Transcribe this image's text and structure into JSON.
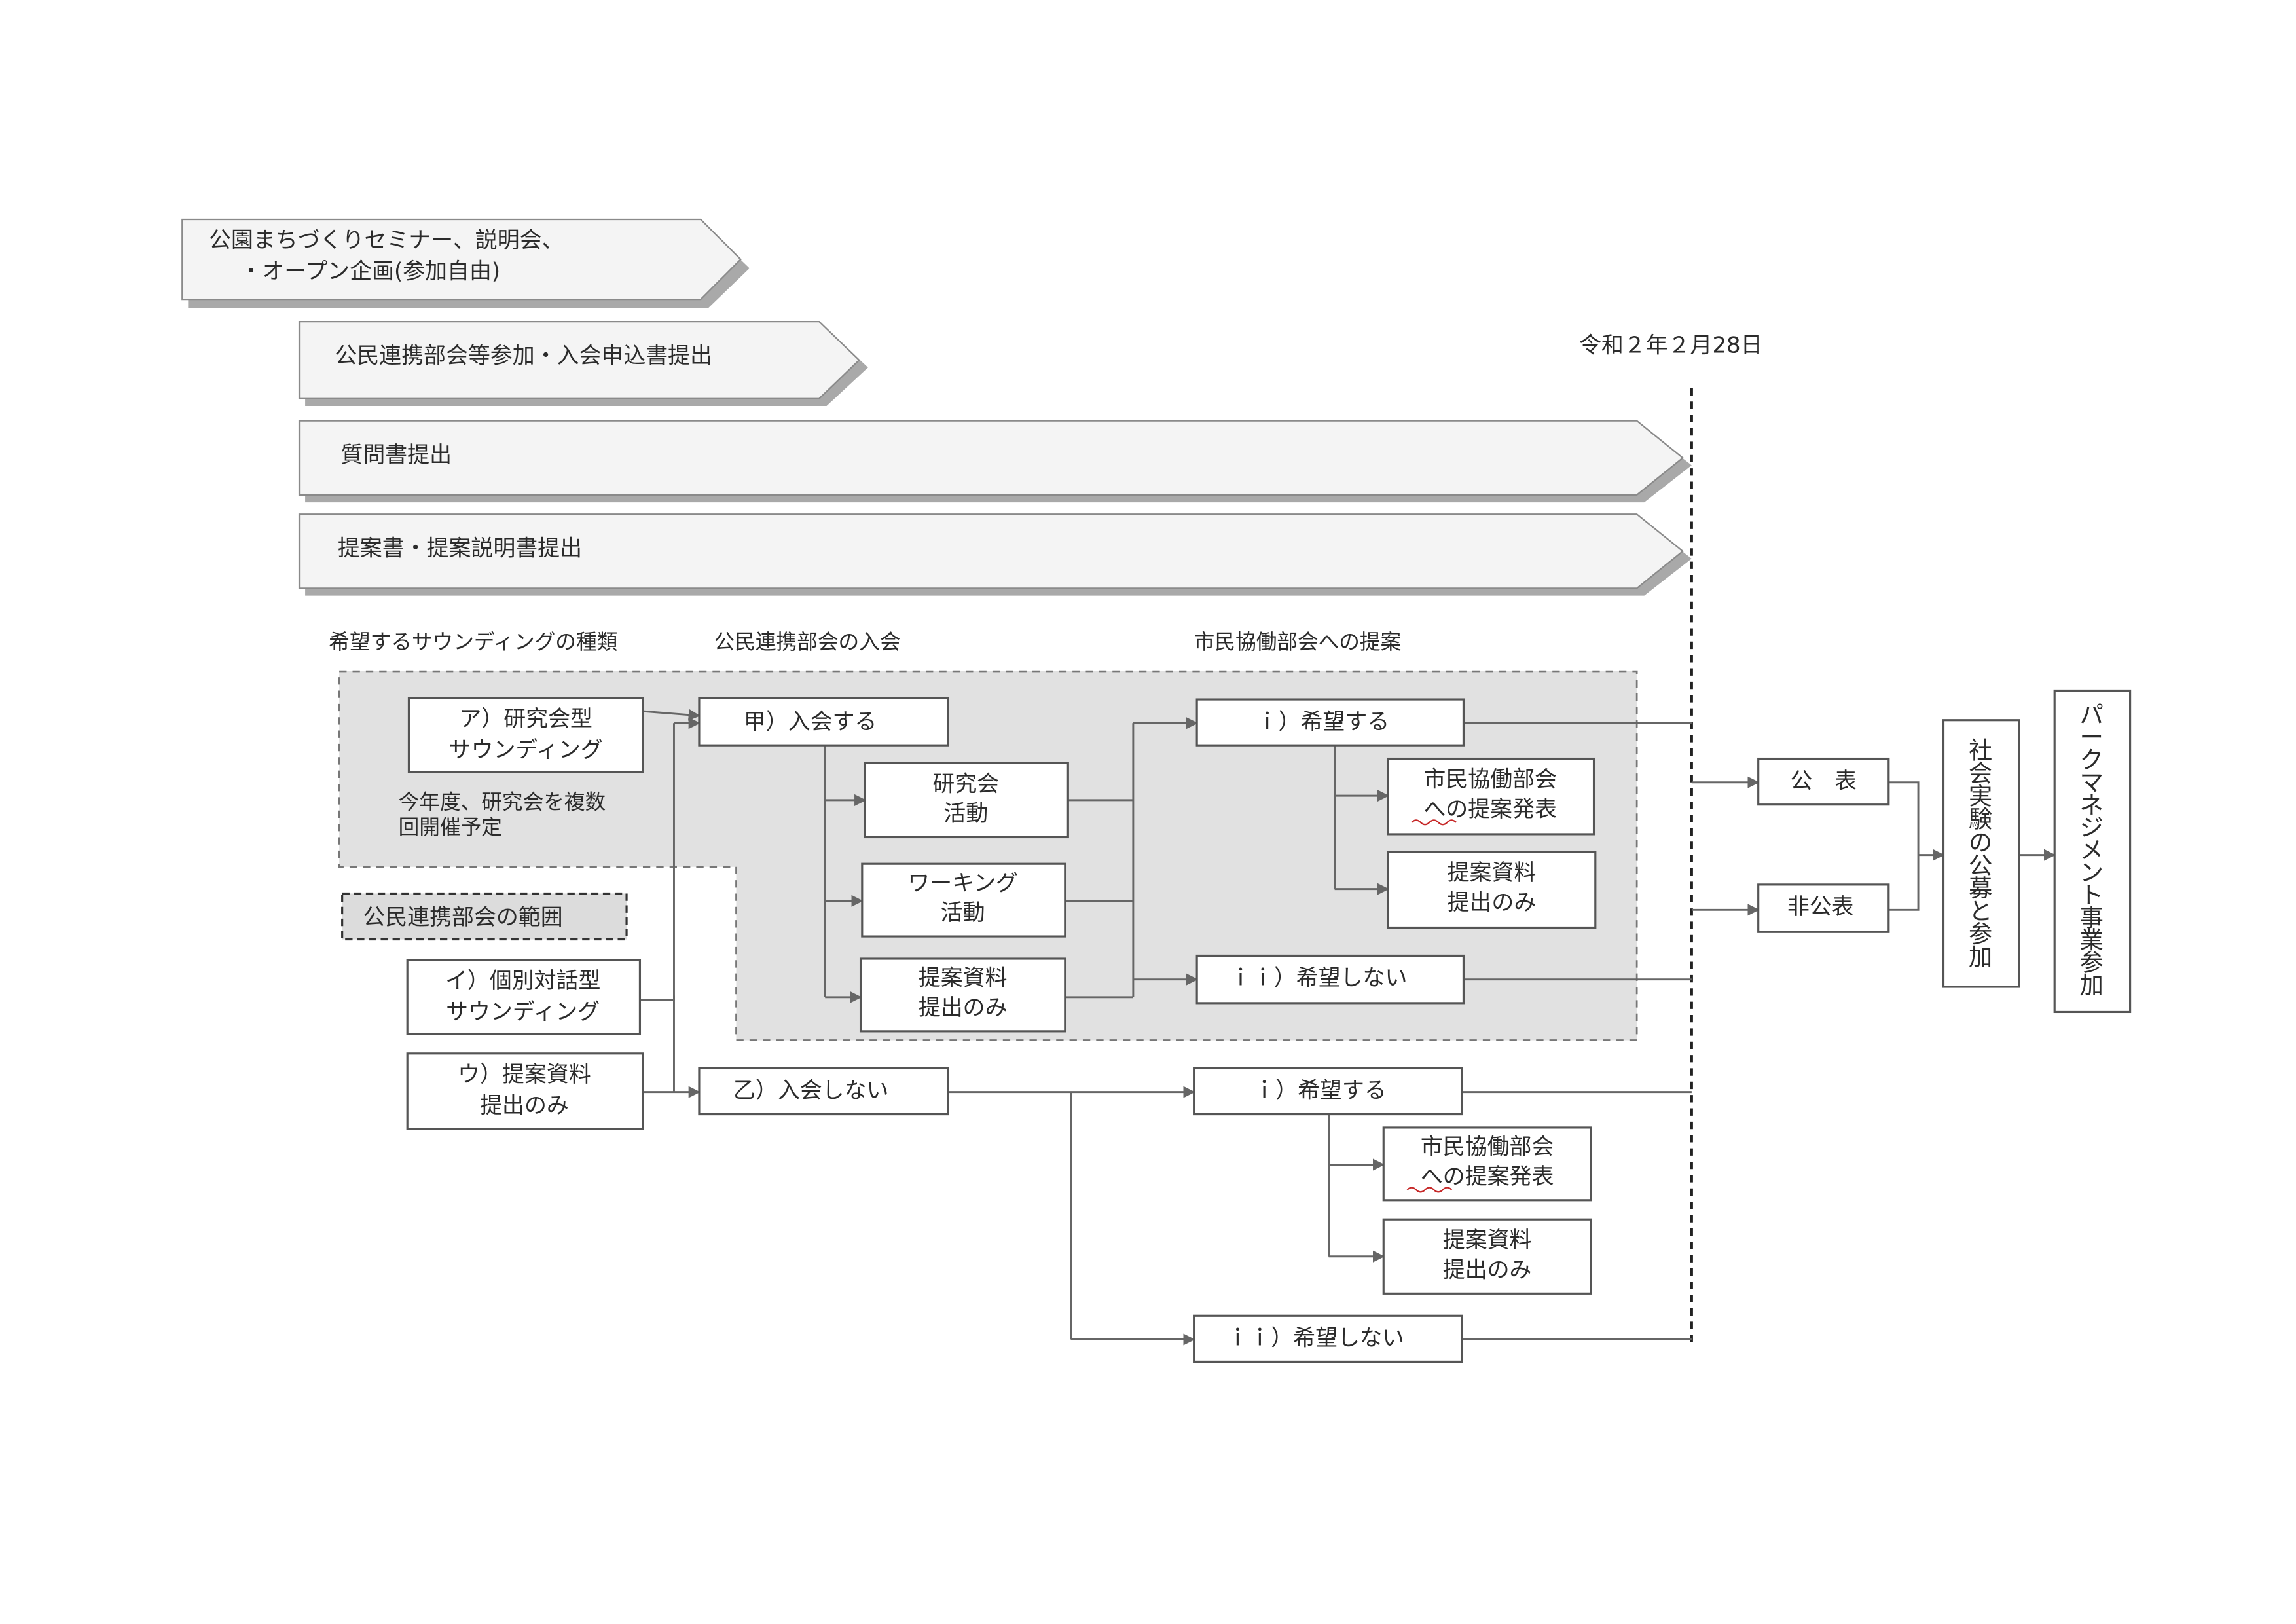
{
  "phases": [
    {
      "line1": "公園まちづくりセミナー、説明会、",
      "line2": "・オープン企画(参加自由)"
    },
    {
      "line1": "公民連携部会等参加・入会申込書提出"
    },
    {
      "line1": "質問書提出"
    },
    {
      "line1": "提案書・提案説明書提出"
    }
  ],
  "deadline_label": "令和２年２月28日",
  "column_headers": {
    "sounding_type": "希望するサウンディングの種類",
    "membership": "公民連携部会の入会",
    "proposal": "市民協働部会への提案"
  },
  "sounding_types": {
    "a": {
      "line1": "ア）研究会型",
      "line2": "サウンディング"
    },
    "a_note": {
      "line1": "今年度、研究会を複数",
      "line2": "回開催予定"
    },
    "i": {
      "line1": "イ）個別対話型",
      "line2": "サウンディング"
    },
    "u": {
      "line1": "ウ）提案資料",
      "line2": "提出のみ"
    }
  },
  "legend_label": "公民連携部会の範囲",
  "membership": {
    "join": "甲）入会する",
    "not_join": "乙）入会しない"
  },
  "activities": {
    "research": {
      "line1": "研究会",
      "line2": "活動"
    },
    "working": {
      "line1": "ワーキング",
      "line2": "活動"
    },
    "submit_only": {
      "line1": "提案資料",
      "line2": "提出のみ"
    }
  },
  "proposal_upper": {
    "want": "ｉ）希望する",
    "presentation": {
      "line1": "市民協働部会",
      "line2": "への提案発表"
    },
    "submit_only": {
      "line1": "提案資料",
      "line2": "提出のみ"
    },
    "not_want": "ｉｉ）希望しない"
  },
  "proposal_lower": {
    "want": "ｉ）希望する",
    "presentation": {
      "line1": "市民協働部会",
      "line2": "への提案発表"
    },
    "submit_only": {
      "line1": "提案資料",
      "line2": "提出のみ"
    },
    "not_want": "ｉｉ）希望しない"
  },
  "publication": {
    "public": "公　表",
    "private": "非公表"
  },
  "final_steps": {
    "social_experiment": [
      "社",
      "会",
      "実",
      "験",
      "の",
      "公",
      "募",
      "と",
      "参",
      "加"
    ],
    "park_management": [
      "パ",
      "ー",
      "ク",
      "マ",
      "ネ",
      "ジ",
      "メ",
      "ン",
      "ト",
      "事",
      "業",
      "参",
      "加"
    ]
  }
}
